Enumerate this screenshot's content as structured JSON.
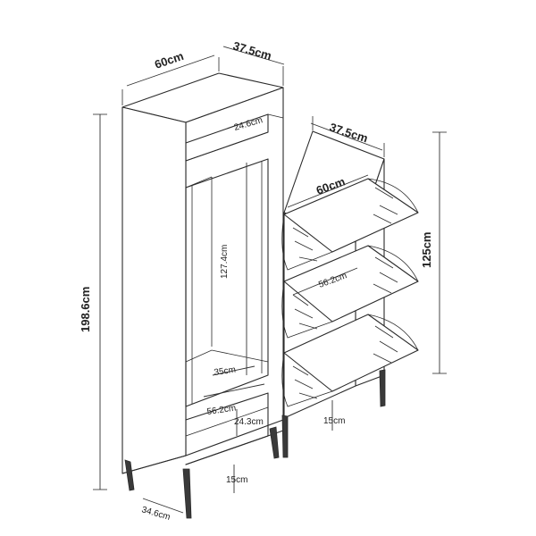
{
  "tall_cabinet": {
    "width_label": "60cm",
    "depth_label": "37.5cm",
    "top_compartment_label": "24.6cm",
    "inner_height_label": "127.4cm",
    "total_height_label": "198.6cm",
    "shelf_depth_label": "35cm",
    "inner_width_label": "56.2cm",
    "drawer_height_label": "24.3cm",
    "leg_height_label": "15cm",
    "base_depth_label": "34.6cm"
  },
  "shoe_cabinet": {
    "depth_label": "37.5cm",
    "width_label": "60cm",
    "height_label": "125cm",
    "inner_width_label": "56.2cm",
    "leg_height_label": "15cm",
    "flap_door_count": 3
  }
}
